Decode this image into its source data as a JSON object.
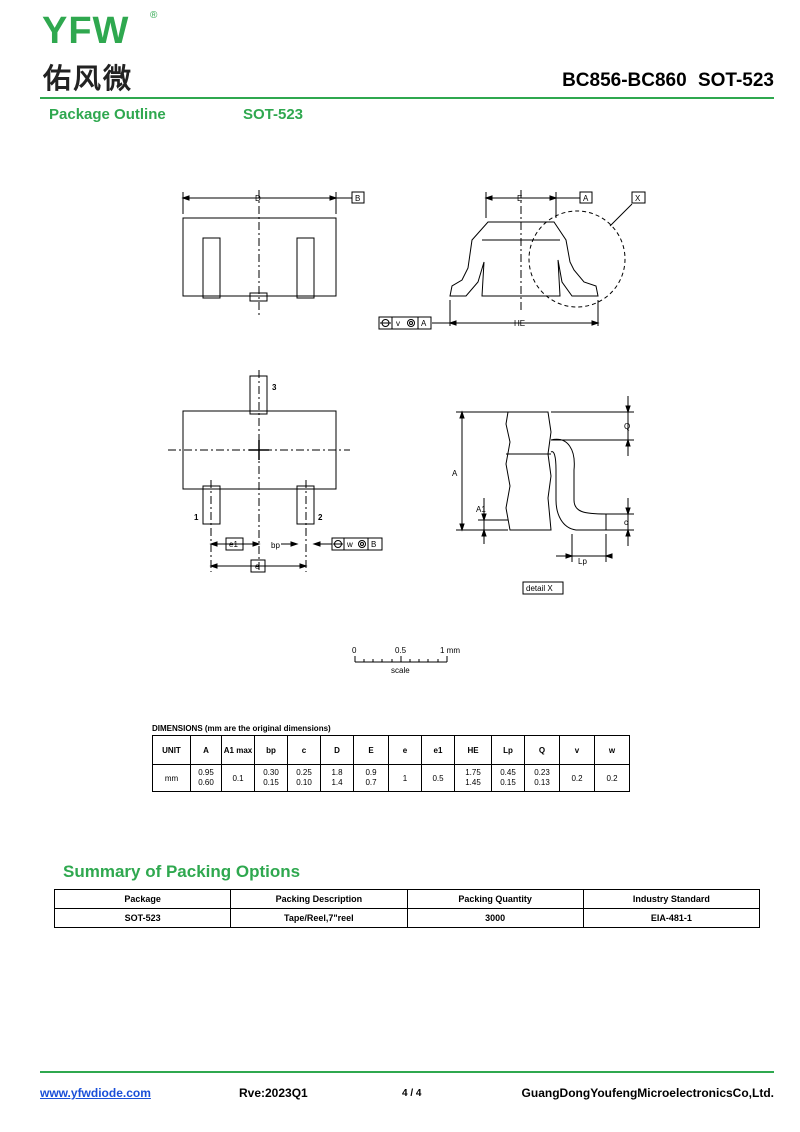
{
  "header": {
    "logo_text": "YFW",
    "logo_reg": "®",
    "logo_cn": "佑风微",
    "doc_title": "BC856-BC860   SOT-523",
    "colors": {
      "brand_green": "#2fa84f",
      "link_blue": "#1a4fd8"
    }
  },
  "section1": {
    "label": "Package Outline",
    "package": "SOT-523"
  },
  "drawing": {
    "dim_D": "D",
    "ref_B": "B",
    "dim_E": "E",
    "ref_A": "A",
    "detail_ref": "X",
    "dim_HE": "HE",
    "fcf_v": "v",
    "fcf_v_ref": "A",
    "pin1": "1",
    "pin2": "2",
    "pin3": "3",
    "dim_e1": "e1",
    "dim_bp": "bp",
    "dim_e": "e",
    "fcf_w": "w",
    "fcf_w_ref": "B",
    "dim_Q": "Q",
    "dim_A": "A",
    "dim_A1": "A1",
    "dim_c": "c",
    "dim_Lp": "Lp",
    "detail_label": "detail X",
    "scale_0": "0",
    "scale_05": "0.5",
    "scale_1": "1 mm",
    "scale_label": "scale"
  },
  "dimensions": {
    "title": "DIMENSIONS (mm are the original dimensions)",
    "headers": [
      "UNIT",
      "A",
      "A1 max",
      "bp",
      "c",
      "D",
      "E",
      "e",
      "e1",
      "HE",
      "Lp",
      "Q",
      "v",
      "w"
    ],
    "row": {
      "unit": "mm",
      "A": [
        "0.95",
        "0.60"
      ],
      "A1": "0.1",
      "bp": [
        "0.30",
        "0.15"
      ],
      "c": [
        "0.25",
        "0.10"
      ],
      "D": [
        "1.8",
        "1.4"
      ],
      "E": [
        "0.9",
        "0.7"
      ],
      "e": "1",
      "e1": "0.5",
      "HE": [
        "1.75",
        "1.45"
      ],
      "Lp": [
        "0.45",
        "0.15"
      ],
      "Q": [
        "0.23",
        "0.13"
      ],
      "v": "0.2",
      "w": "0.2"
    }
  },
  "packing": {
    "title": "Summary of Packing Options",
    "headers": [
      "Package",
      "Packing Description",
      "Packing Quantity",
      "Industry Standard"
    ],
    "rows": [
      [
        "SOT-523",
        "Tape/Reel,7\"reel",
        "3000",
        "EIA-481-1"
      ]
    ]
  },
  "footer": {
    "website": "www.yfwdiode.com",
    "revision": "Rve:2023Q1",
    "page": "4 / 4",
    "company": "GuangDongYoufengMicroelectronicsCo,Ltd."
  }
}
